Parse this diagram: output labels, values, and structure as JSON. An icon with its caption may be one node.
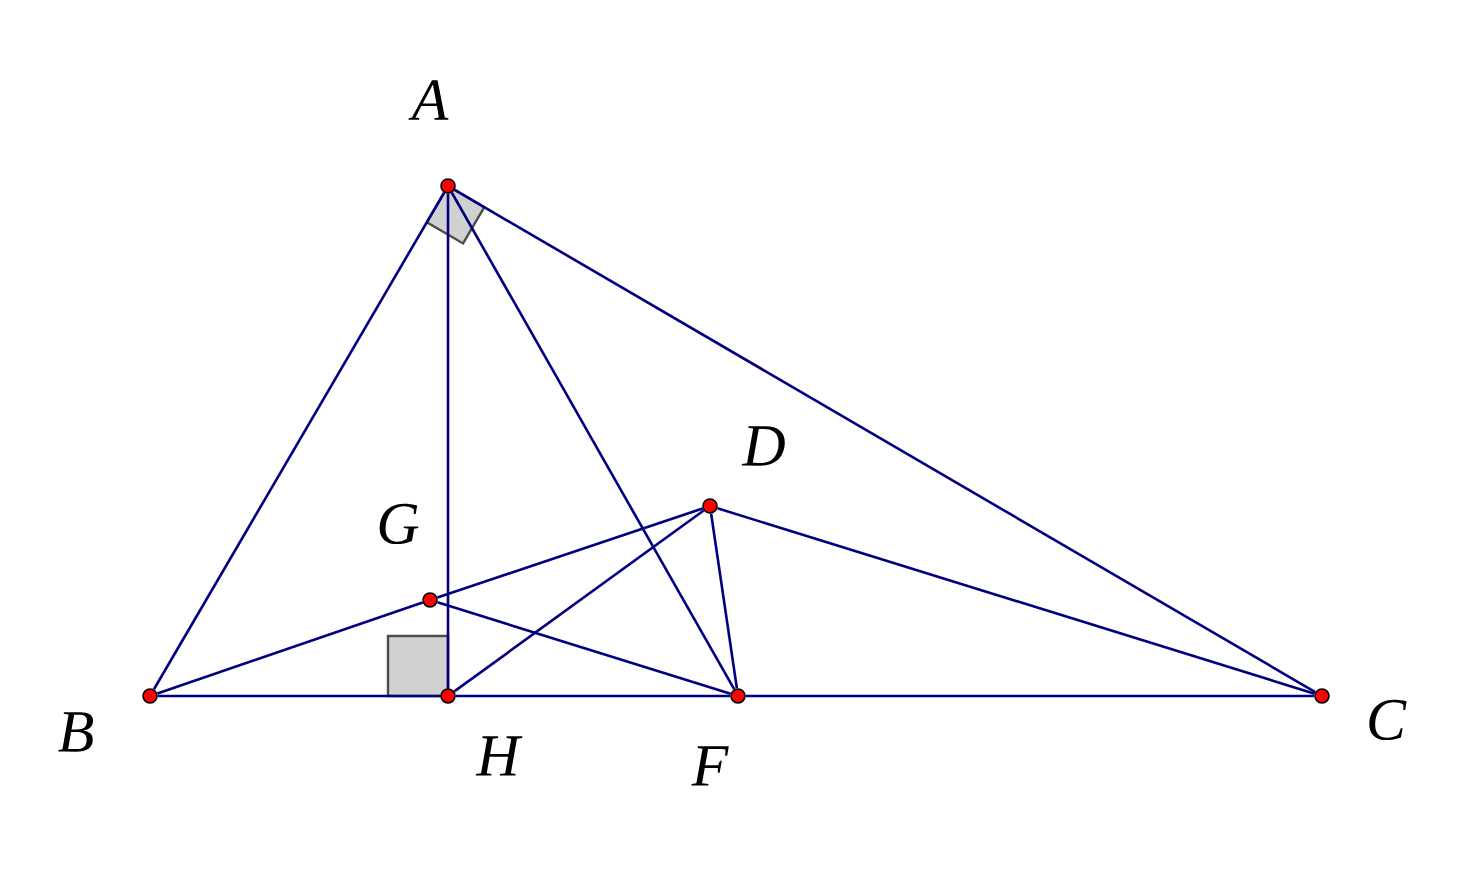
{
  "diagram": {
    "nodes": [
      {
        "text": [],
        "shape": "circle",
        "beside": [
          "A"
        ]
      },
      {
        "text": [],
        "shape": "circle",
        "beside": [
          "B"
        ]
      },
      {
        "text": [],
        "shape": "circle",
        "beside": [
          "C"
        ]
      },
      {
        "text": [],
        "shape": "circle",
        "beside": [
          "D"
        ]
      },
      {
        "text": [],
        "shape": "circle",
        "beside": [
          "G"
        ]
      },
      {
        "text": [],
        "shape": "circle",
        "beside": [
          "H"
        ]
      },
      {
        "text": [],
        "shape": "circle",
        "beside": [
          "F"
        ]
      }
    ],
    "edges": [
      {
        "from": 0,
        "to": 1,
        "arrow": "none"
      },
      {
        "from": 0,
        "to": 2,
        "arrow": "none"
      },
      {
        "from": 0,
        "to": 5,
        "arrow": "none"
      },
      {
        "from": 0,
        "to": 6,
        "arrow": "none"
      },
      {
        "from": 1,
        "to": 5,
        "arrow": "none"
      },
      {
        "from": 5,
        "to": 6,
        "arrow": "none"
      },
      {
        "from": 6,
        "to": 2,
        "arrow": "none"
      },
      {
        "from": 1,
        "to": 4,
        "arrow": "none"
      },
      {
        "from": 4,
        "to": 3,
        "arrow": "none"
      },
      {
        "from": 4,
        "to": 6,
        "arrow": "none"
      },
      {
        "from": 5,
        "to": 3,
        "arrow": "none"
      },
      {
        "from": 3,
        "to": 6,
        "arrow": "none"
      },
      {
        "from": 3,
        "to": 2,
        "arrow": "none"
      }
    ]
  }
}
